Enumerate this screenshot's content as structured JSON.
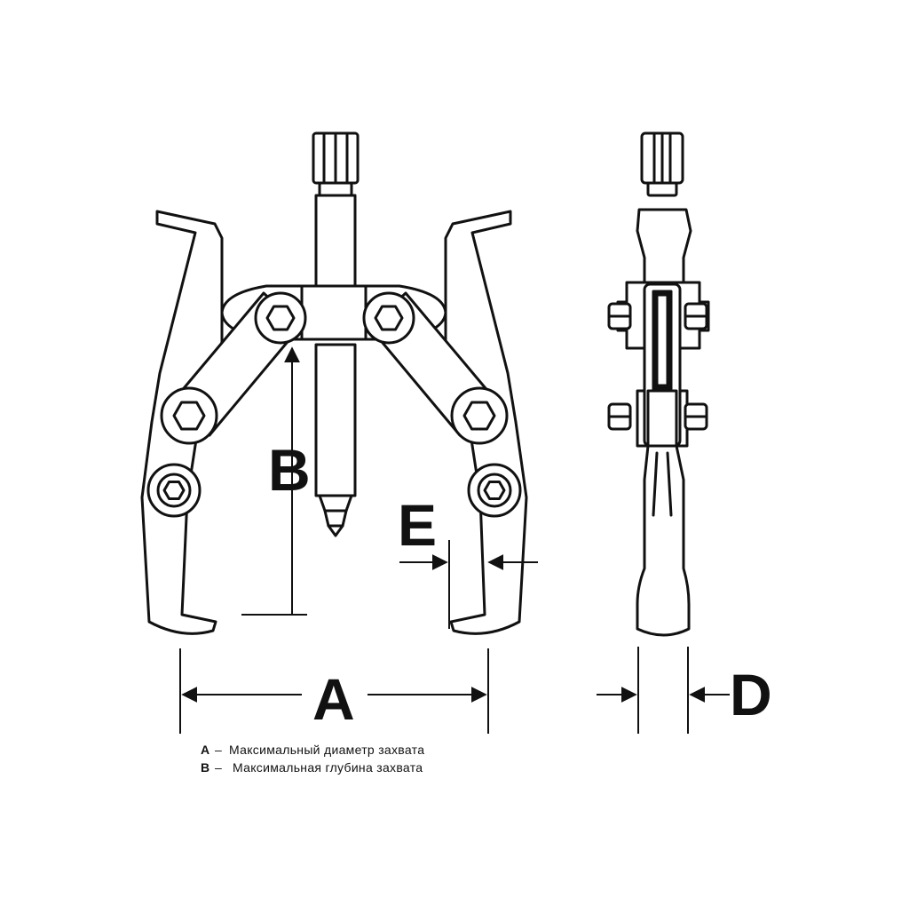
{
  "dimensions": {
    "a": "A",
    "b": "B",
    "d": "D",
    "e": "E"
  },
  "legend": [
    {
      "key": "A",
      "dash": "–",
      "text": "Максимальный диаметр захвата"
    },
    {
      "key": "B",
      "dash": "–",
      "text": "Максимальная глубина захвата"
    }
  ],
  "colors": {
    "stroke": "#111111",
    "background": "#ffffff"
  }
}
